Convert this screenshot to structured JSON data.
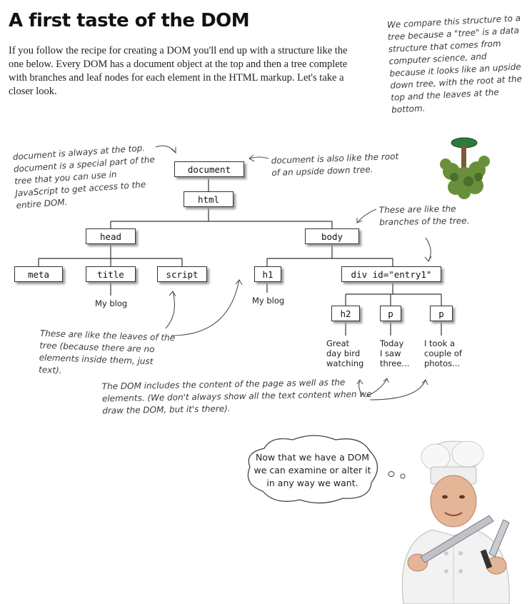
{
  "page": {
    "title": "A first taste of the DOM",
    "intro": "If you follow the recipe for creating a DOM you'll end up with a structure like the one below. Every DOM has a document object at the top and then a tree complete with branches and leaf nodes for each element in the HTML markup. Let's take a closer look."
  },
  "notes": {
    "tree": "We compare this structure to a tree because a \"tree\" is a data structure that comes from computer science, and because it looks like an upside down tree, with the root at the top and the leaves at the bottom.",
    "doc_left": "document is always at the top. document is a special part of the tree that you can use in JavaScript to get access to the entire DOM.",
    "doc_right": "document is also like the root of an upside down tree.",
    "branches": "These are like the branches of the tree.",
    "leaves": "These are like the leaves of the tree (because there are no elements inside them, just text).",
    "content": "The DOM includes the content of the page as well as the elements. (We don't always show all the text content when we draw the DOM, but it's there)."
  },
  "dom": {
    "document": "document",
    "html": "html",
    "head": "head",
    "body": "body",
    "meta": "meta",
    "title": "title",
    "script": "script",
    "h1": "h1",
    "div": "div id=\"entry1\"",
    "h2": "h2",
    "p1": "p",
    "p2": "p",
    "title_text": "My blog",
    "h1_text": "My blog",
    "h2_text": "Great\nday bird\nwatching",
    "p1_text": "Today\nI saw\nthree...",
    "p2_text": "I took a\ncouple of\nphotos..."
  },
  "chef": {
    "speech": "Now that we have a DOM we can examine or alter it in any way we want."
  }
}
